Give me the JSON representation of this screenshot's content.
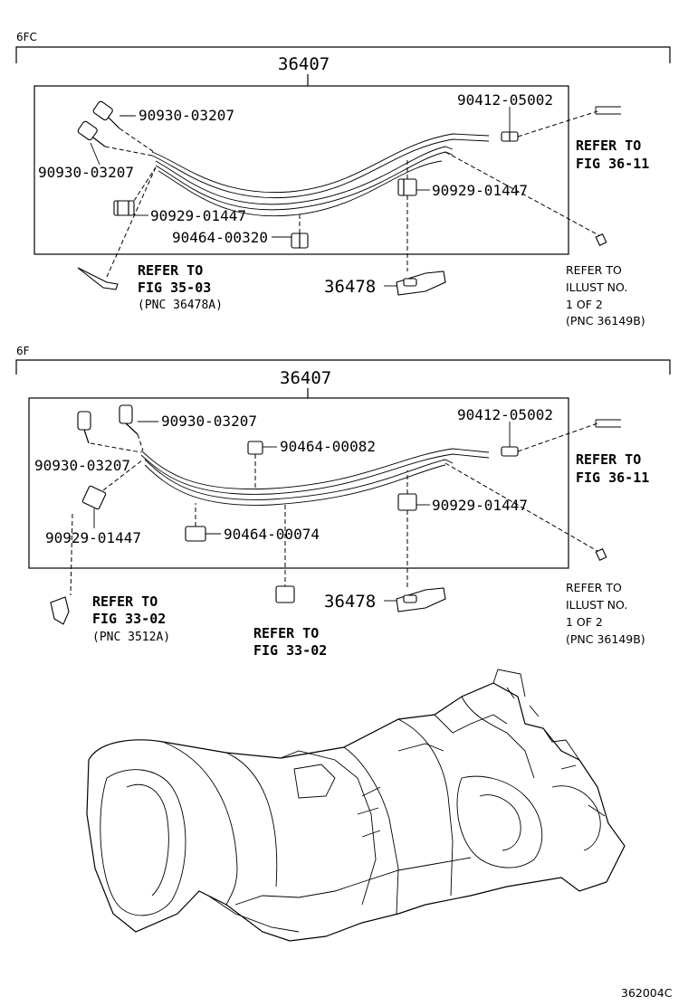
{
  "variant_1": {
    "label": "6FC",
    "assembly": "36407",
    "parts": {
      "hose_fitting_top": "90930-03207",
      "hose_fitting_left": "90930-03207",
      "clip_left": "90929-01447",
      "clamp_center": "90464-00320",
      "union_right": "90412-05002",
      "clip_right": "90929-01447",
      "bracket": "36478"
    },
    "refs": {
      "fig_36_11": [
        "REFER TO",
        "FIG 36-11"
      ],
      "fig_35_03": [
        "REFER TO",
        "FIG 35-03",
        "(PNC 36478A)"
      ],
      "illust": [
        "REFER TO",
        "ILLUST NO.",
        "1 OF 2",
        "(PNC 36149B)"
      ]
    }
  },
  "variant_2": {
    "label": "6F",
    "assembly": "36407",
    "parts": {
      "hose_fitting_top": "90930-03207",
      "hose_fitting_left": "90930-03207",
      "clamp_upper": "90464-00082",
      "clip_left": "90929-01447",
      "clamp_lower": "90464-00074",
      "union_right": "90412-05002",
      "clip_right": "90929-01447",
      "bracket": "36478"
    },
    "refs": {
      "fig_36_11": [
        "REFER TO",
        "FIG 36-11"
      ],
      "fig_33_02_left": [
        "REFER TO",
        "FIG 33-02",
        "(PNC 3512A)"
      ],
      "fig_33_02_center": [
        "REFER TO",
        "FIG 33-02"
      ],
      "illust": [
        "REFER TO",
        "ILLUST NO.",
        "1 OF 2",
        "(PNC 36149B)"
      ]
    }
  },
  "footer": {
    "code": "362004C"
  },
  "icons": [
    "hose-fitting-icon",
    "clip-icon",
    "clamp-icon",
    "union-icon",
    "bracket-icon",
    "transmission-illustration"
  ]
}
